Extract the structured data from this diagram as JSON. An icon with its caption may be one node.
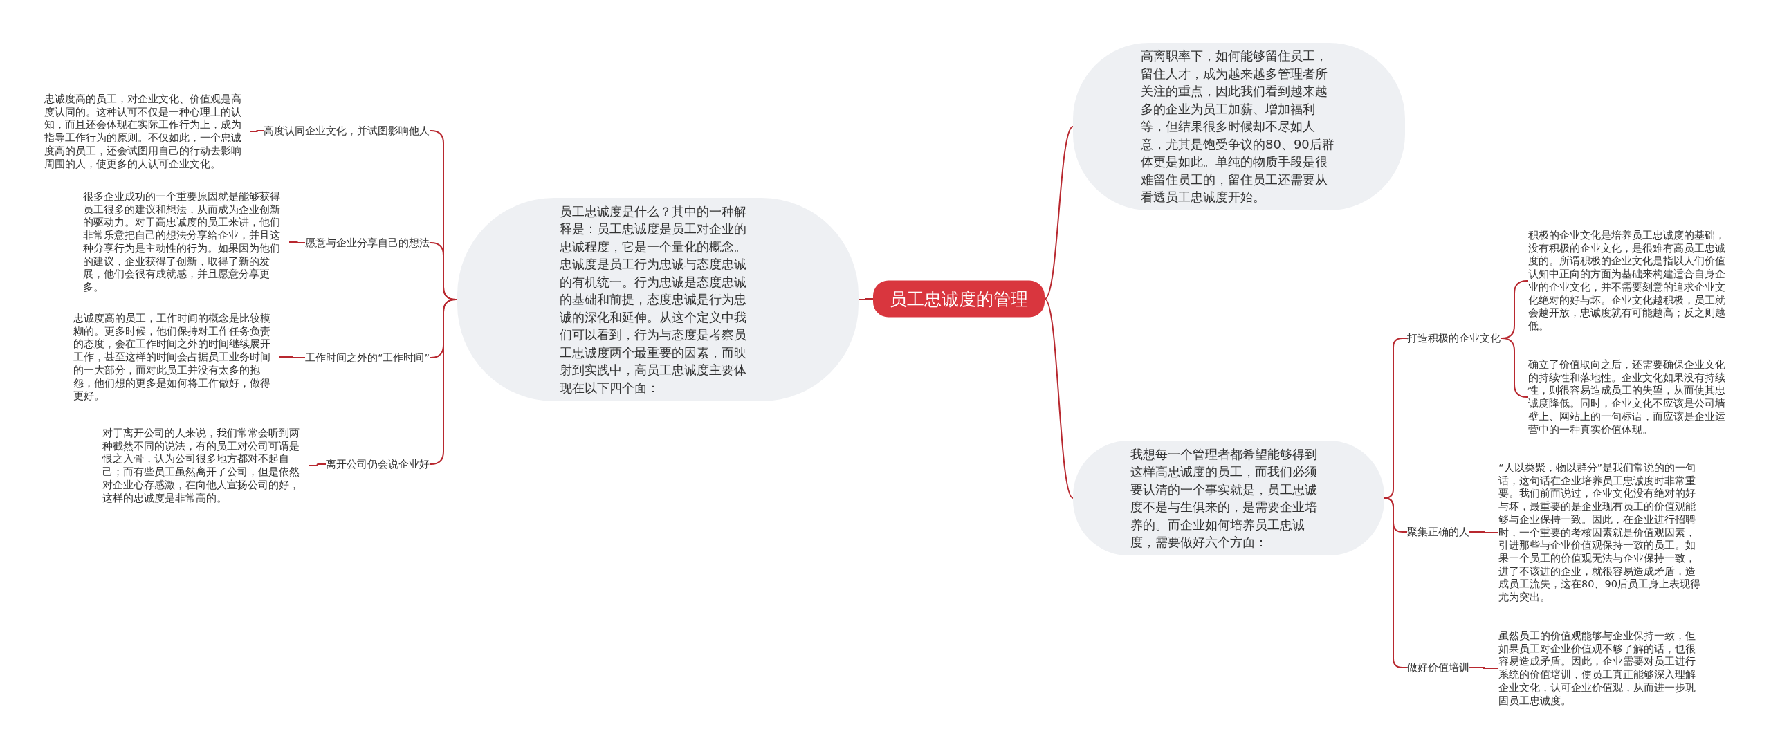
{
  "diagram": {
    "nodes": [
      {
        "text": [
          "员工忠诚度的管理"
        ]
      },
      {
        "text": [
          "员工忠诚度是什么？其中的一种解释是：员工忠诚度是员工对企业的忠诚程度，它是一个量化的概念。忠诚度是员工行为忠诚与态度忠诚的有机统一。行为忠诚是态度忠诚的基础和前提，态度忠诚是行为忠诚的深化和延伸。从这个定义中我们可以看到，行为与态度是考察员工忠诚度两个最重要的因素，而映射到实践中，高员工忠诚度主要体现在以下四个面："
        ]
      },
      {
        "text": [
          "高度认同企业文化，并试图影响他人"
        ]
      },
      {
        "text": [
          "愿意与企业分享自己的想法"
        ]
      },
      {
        "text": [
          "工作时间之外的“工作时间”"
        ]
      },
      {
        "text": [
          "离开公司仍会说企业好"
        ]
      },
      {
        "text": [
          "忠诚度高的员工，对企业文化、价值观是高度认同的。这种认可不仅是一种心理上的认知，而且还会体现在实际工作行为上，成为指导工作行为的原则。不仅如此，一个忠诚度高的员工，还会试图用自己的行动去影响周围的人，使更多的人认可企业文化。"
        ]
      },
      {
        "text": [
          "很多企业成功的一个重要原因就是能够获得员工很多的建议和想法，从而成为企业创新的驱动力。对于高忠诚度的员工来讲，他们非常乐意把自己的想法分享给企业，并且这种分享行为是主动性的行为。如果因为他们的建议，企业获得了创新，取得了新的发展，他们会很有成就感，并且愿意分享更多。"
        ]
      },
      {
        "text": [
          "忠诚度高的员工，工作时间的概念是比较模糊的。更多时候，他们保持对工作任务负责的态度，会在工作时间之外的时间继续展开工作，甚至这样的时间会占据员工业务时间的一大部分，而对此员工并没有太多的抱怨，他们想的更多是如何将工作做好，做得更好。"
        ]
      },
      {
        "text": [
          "对于离开公司的人来说，我们常常会听到两种截然不同的说法，有的员工对公司可谓是恨之入骨，认为公司很多地方都对不起自己；而有些员工虽然离开了公司，但是依然对企业心存感激，在向他人宣扬公司的好，这样的忠诚度是非常高的。"
        ]
      },
      {
        "text": [
          "高离职率下，如何能够留住员工，留住人才，成为越来越多管理者所关注的重点，因此我们看到越来越多的企业为员工加薪、增加福利等，但结果很多时候却不尽如人意，尤其是饱受争议的80、90后群体更是如此。单纯的物质手段是很难留住员工的，留住员工还需要从看透员工忠诚度开始。"
        ]
      },
      {
        "text": [
          "我想每一个管理者都希望能够得到这样高忠诚度的员工，而我们必须要认清的一个事实就是，员工忠诚度不是与生俱来的，是需要企业培养的。而企业如何培养员工忠诚度，需要做好六个方面："
        ]
      },
      {
        "text": [
          "打造积极的企业文化"
        ]
      },
      {
        "text": [
          "聚集正确的人"
        ]
      },
      {
        "text": [
          "做好价值培训"
        ]
      },
      {
        "text": [
          "积极的企业文化是培养员工忠诚度的基础，没有积极的企业文化，是很难有高员工忠诚度的。所谓积极的企业文化是指以人们价值认知中正向的方面为基础来构建适合自身企业的企业文化，并不需要刻意的追求企业文化绝对的好与坏。企业文化越积极，员工就会越开放，忠诚度就有可能越高；反之则越低。"
        ]
      },
      {
        "text": [
          "确立了价值取向之后，还需要确保企业文化的持续性和落地性。企业文化如果没有持续性，则很容易造成员工的失望，从而使其忠诚度降低。同时，企业文化不应该是公司墙壁上、网站上的一句标语，而应该是企业运营中的一种真实价值体现。"
        ]
      },
      {
        "text": [
          "“人以类聚，物以群分”是我们常说的的一句话，这句话在企业培养员工忠诚度时非常重要。我们前面说过，企业文化没有绝对的好与坏，最重要的是企业现有员工的价值观能够与企业保持一致。因此，在企业进行招聘时，一个重要的考核因素就是价值观因素，引进那些与企业价值观保持一致的员工。如果一个员工的价值观无法与企业保持一致，进了不该进的企业，就很容易造成矛盾，造成员工流失，这在80、90后员工身上表现得尤为突出。"
        ]
      },
      {
        "text": [
          "虽然员工的价值观能够与企业保持一致，但如果员工对企业价值观不够了解的话，也很容易造成矛盾。因此，企业需要对员工进行系统的价值培训，使员工真正能够深入理解企业文化，认可企业价值观，从而进一步巩固员工忠诚度。"
        ]
      }
    ],
    "edges": [
      {
        "from": 0,
        "to": 1,
        "arrow": "none"
      },
      {
        "from": 0,
        "to": 10,
        "arrow": "none"
      },
      {
        "from": 0,
        "to": 11,
        "arrow": "none"
      },
      {
        "from": 1,
        "to": 2,
        "arrow": "none"
      },
      {
        "from": 1,
        "to": 3,
        "arrow": "none"
      },
      {
        "from": 1,
        "to": 4,
        "arrow": "none"
      },
      {
        "from": 1,
        "to": 5,
        "arrow": "none"
      },
      {
        "from": 2,
        "to": 6,
        "arrow": "none"
      },
      {
        "from": 3,
        "to": 7,
        "arrow": "none"
      },
      {
        "from": 4,
        "to": 8,
        "arrow": "none"
      },
      {
        "from": 5,
        "to": 9,
        "arrow": "none"
      },
      {
        "from": 11,
        "to": 12,
        "arrow": "none"
      },
      {
        "from": 11,
        "to": 13,
        "arrow": "none"
      },
      {
        "from": 11,
        "to": 14,
        "arrow": "none"
      },
      {
        "from": 12,
        "to": 15,
        "arrow": "none"
      },
      {
        "from": 12,
        "to": 16,
        "arrow": "none"
      },
      {
        "from": 13,
        "to": 17,
        "arrow": "none"
      },
      {
        "from": 14,
        "to": 18,
        "arrow": "none"
      }
    ]
  }
}
